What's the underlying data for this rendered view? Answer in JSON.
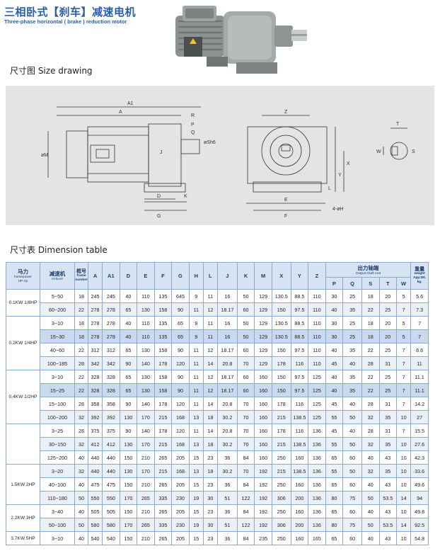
{
  "header": {
    "title_cn": "三相卧式【刹车】减速电机",
    "title_en": "Three-phase horizontal ( brake ) reduction motor"
  },
  "sections": {
    "size_drawing": "尺寸图 Size drawing",
    "dimension_table": "尺寸表  Dimension table"
  },
  "drawing_labels": {
    "side": [
      "A1",
      "A",
      "P",
      "Q",
      "R",
      "øSh6",
      "øM",
      "J",
      "D",
      "K",
      "G"
    ],
    "front": [
      "Z",
      "Y",
      "X",
      "E",
      "F",
      "4-øH",
      "L"
    ],
    "shaft": [
      "T",
      "W",
      "S"
    ]
  },
  "table": {
    "headers": {
      "power": "马力",
      "power_en1": "horsepower",
      "power_en2": "HP-4p",
      "reducer": "减速机",
      "reducer_en": "reducer",
      "frame": "框号",
      "frame_en1": "frame",
      "frame_en2": "number",
      "dims": [
        "A",
        "A1",
        "D",
        "E",
        "F",
        "G",
        "H",
        "L",
        "J",
        "K",
        "M",
        "X",
        "Y",
        "Z"
      ],
      "shaft_cn": "出力轴端",
      "shaft_en": "Output shaft end",
      "shaft_cols": [
        "P",
        "Q",
        "S",
        "T",
        "W"
      ],
      "weight_cn": "重量",
      "weight_en1": "weight",
      "weight_en2": "App.Wt.",
      "weight_en3": "kg."
    },
    "groups": [
      {
        "power": "0.1KW 1/8HP",
        "rows": [
          [
            "5~50",
            "18",
            "245",
            "245",
            "40",
            "110",
            "135",
            "645",
            "9",
            "11",
            "16",
            "50",
            "129",
            "130.5",
            "88.5",
            "110",
            "30",
            "25",
            "18",
            "20",
            "5",
            "5.6"
          ],
          [
            "60~200",
            "22",
            "278",
            "278",
            "65",
            "130",
            "158",
            "90",
            "11",
            "12",
            "18.17",
            "60",
            "129",
            "150",
            "97.5",
            "110",
            "40",
            "35",
            "22",
            "25",
            "7",
            "7.3"
          ]
        ]
      },
      {
        "power": "0.2KW 1/4HP",
        "rows": [
          [
            "3~10",
            "18",
            "278",
            "278",
            "40",
            "110",
            "135",
            "65",
            "9",
            "11",
            "16",
            "50",
            "129",
            "130.5",
            "88.5",
            "110",
            "30",
            "25",
            "18",
            "20",
            "5",
            "7"
          ],
          [
            "15~30",
            "18",
            "278",
            "278",
            "40",
            "110",
            "135",
            "65",
            "9",
            "11",
            "16",
            "50",
            "129",
            "130.5",
            "88.5",
            "110",
            "30",
            "25",
            "18",
            "20",
            "5",
            "7"
          ],
          [
            "40~60",
            "22",
            "312",
            "312",
            "65",
            "130",
            "158",
            "90",
            "11",
            "12",
            "18.17",
            "60",
            "129",
            "150",
            "97.5",
            "110",
            "40",
            "35",
            "22",
            "25",
            "7",
            "8.6"
          ],
          [
            "100~185",
            "28",
            "342",
            "342",
            "90",
            "140",
            "178",
            "120",
            "11",
            "14",
            "20.8",
            "70",
            "129",
            "178",
            "116",
            "110",
            "45",
            "40",
            "28",
            "31",
            "7",
            "11"
          ]
        ]
      },
      {
        "power": "0.4KW 1/2HP",
        "rows": [
          [
            "3~10",
            "22",
            "328",
            "328",
            "65",
            "130",
            "158",
            "90",
            "11",
            "12",
            "18.17",
            "60",
            "160",
            "150",
            "97.5",
            "125",
            "40",
            "35",
            "22",
            "25",
            "7",
            "11.1"
          ],
          [
            "15~25",
            "22",
            "328",
            "328",
            "65",
            "130",
            "158",
            "90",
            "11",
            "12",
            "18.17",
            "60",
            "160",
            "150",
            "97.5",
            "125",
            "40",
            "35",
            "22",
            "25",
            "7",
            "11.1"
          ],
          [
            "15~100",
            "28",
            "358",
            "358",
            "90",
            "140",
            "178",
            "120",
            "11",
            "14",
            "20.8",
            "70",
            "160",
            "178",
            "116",
            "125",
            "45",
            "40",
            "28",
            "31",
            "7",
            "14.2"
          ],
          [
            "100~200",
            "32",
            "392",
            "392",
            "130",
            "170",
            "215",
            "168",
            "13",
            "18",
            "30.2",
            "70",
            "160",
            "215",
            "138.5",
            "125",
            "55",
            "50",
            "32",
            "35",
            "10",
            "27"
          ]
        ]
      },
      {
        "power": "",
        "rows": [
          [
            "3~25",
            "28",
            "375",
            "375",
            "90",
            "140",
            "178",
            "120",
            "11",
            "14",
            "20.8",
            "70",
            "160",
            "178",
            "116",
            "136",
            "45",
            "40",
            "28",
            "31",
            "7",
            "15.5"
          ],
          [
            "30~150",
            "32",
            "412",
            "412",
            "130",
            "170",
            "215",
            "168",
            "13",
            "18",
            "30.2",
            "70",
            "160",
            "215",
            "138.5",
            "136",
            "55",
            "50",
            "32",
            "35",
            "10",
            "27.6"
          ],
          [
            "125~200",
            "40",
            "440",
            "440",
            "150",
            "210",
            "265",
            "205",
            "15",
            "23",
            "36",
            "84",
            "160",
            "250",
            "160",
            "136",
            "65",
            "60",
            "40",
            "43",
            "10",
            "42.3"
          ]
        ]
      },
      {
        "power": "1.5KW 2HP",
        "rows": [
          [
            "3~20",
            "32",
            "440",
            "440",
            "130",
            "170",
            "215",
            "168",
            "13",
            "18",
            "30.2",
            "70",
            "192",
            "215",
            "138.5",
            "136",
            "55",
            "50",
            "32",
            "35",
            "10",
            "33.6"
          ],
          [
            "40~100",
            "40",
            "475",
            "475",
            "150",
            "210",
            "265",
            "205",
            "15",
            "23",
            "36",
            "84",
            "192",
            "250",
            "160",
            "136",
            "65",
            "60",
            "40",
            "43",
            "10",
            "49.6"
          ],
          [
            "110~180",
            "50",
            "550",
            "550",
            "170",
            "265",
            "335",
            "230",
            "19",
            "30",
            "51",
            "122",
            "192",
            "306",
            "200",
            "136",
            "80",
            "75",
            "50",
            "53.5",
            "14",
            "94"
          ]
        ]
      },
      {
        "power": "2.2KW 3HP",
        "rows": [
          [
            "3~40",
            "40",
            "505",
            "505",
            "150",
            "210",
            "265",
            "205",
            "15",
            "23",
            "36",
            "84",
            "192",
            "250",
            "160",
            "136",
            "65",
            "60",
            "40",
            "43",
            "10",
            "49.8"
          ],
          [
            "50~100",
            "50",
            "580",
            "580",
            "170",
            "265",
            "335",
            "230",
            "19",
            "30",
            "51",
            "122",
            "192",
            "306",
            "200",
            "136",
            "80",
            "75",
            "50",
            "53.5",
            "14",
            "92.5"
          ]
        ]
      },
      {
        "power": "3.7KW 5HP",
        "rows": [
          [
            "3~10",
            "40",
            "540",
            "540",
            "150",
            "210",
            "265",
            "205",
            "15",
            "23",
            "36",
            "84",
            "235",
            "250",
            "160",
            "165",
            "65",
            "60",
            "40",
            "43",
            "10",
            "54.8"
          ]
        ]
      }
    ]
  }
}
